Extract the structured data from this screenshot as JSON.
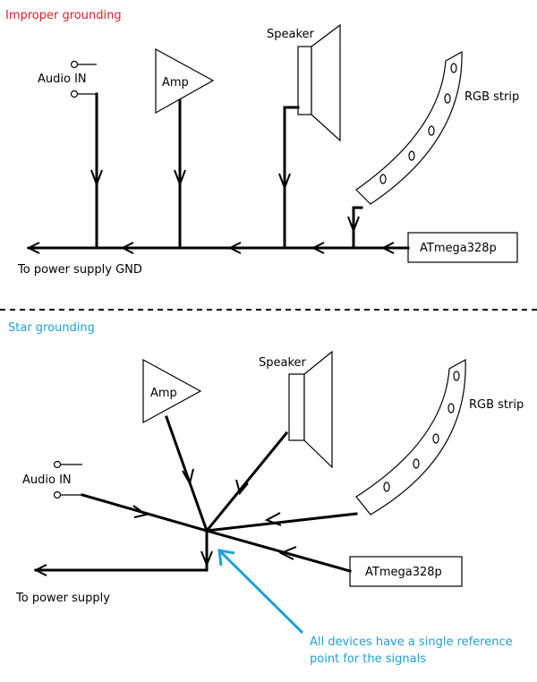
{
  "colors": {
    "improper_title": "#e0202a",
    "star_title": "#1ea0d8",
    "callout": "#1ea0d8"
  },
  "top": {
    "title": "Improper grounding",
    "audio_in": "Audio IN",
    "amp": "Amp",
    "speaker": "Speaker",
    "rgb": "RGB strip",
    "mcu": "ATmega328p",
    "gnd": "To power supply GND"
  },
  "bottom": {
    "title": "Star grounding",
    "audio_in": "Audio IN",
    "amp": "Amp",
    "speaker": "Speaker",
    "rgb": "RGB strip",
    "mcu": "ATmega328p",
    "gnd": "To power supply",
    "note_line1": "All devices have a single reference",
    "note_line2": "point for the signals"
  }
}
